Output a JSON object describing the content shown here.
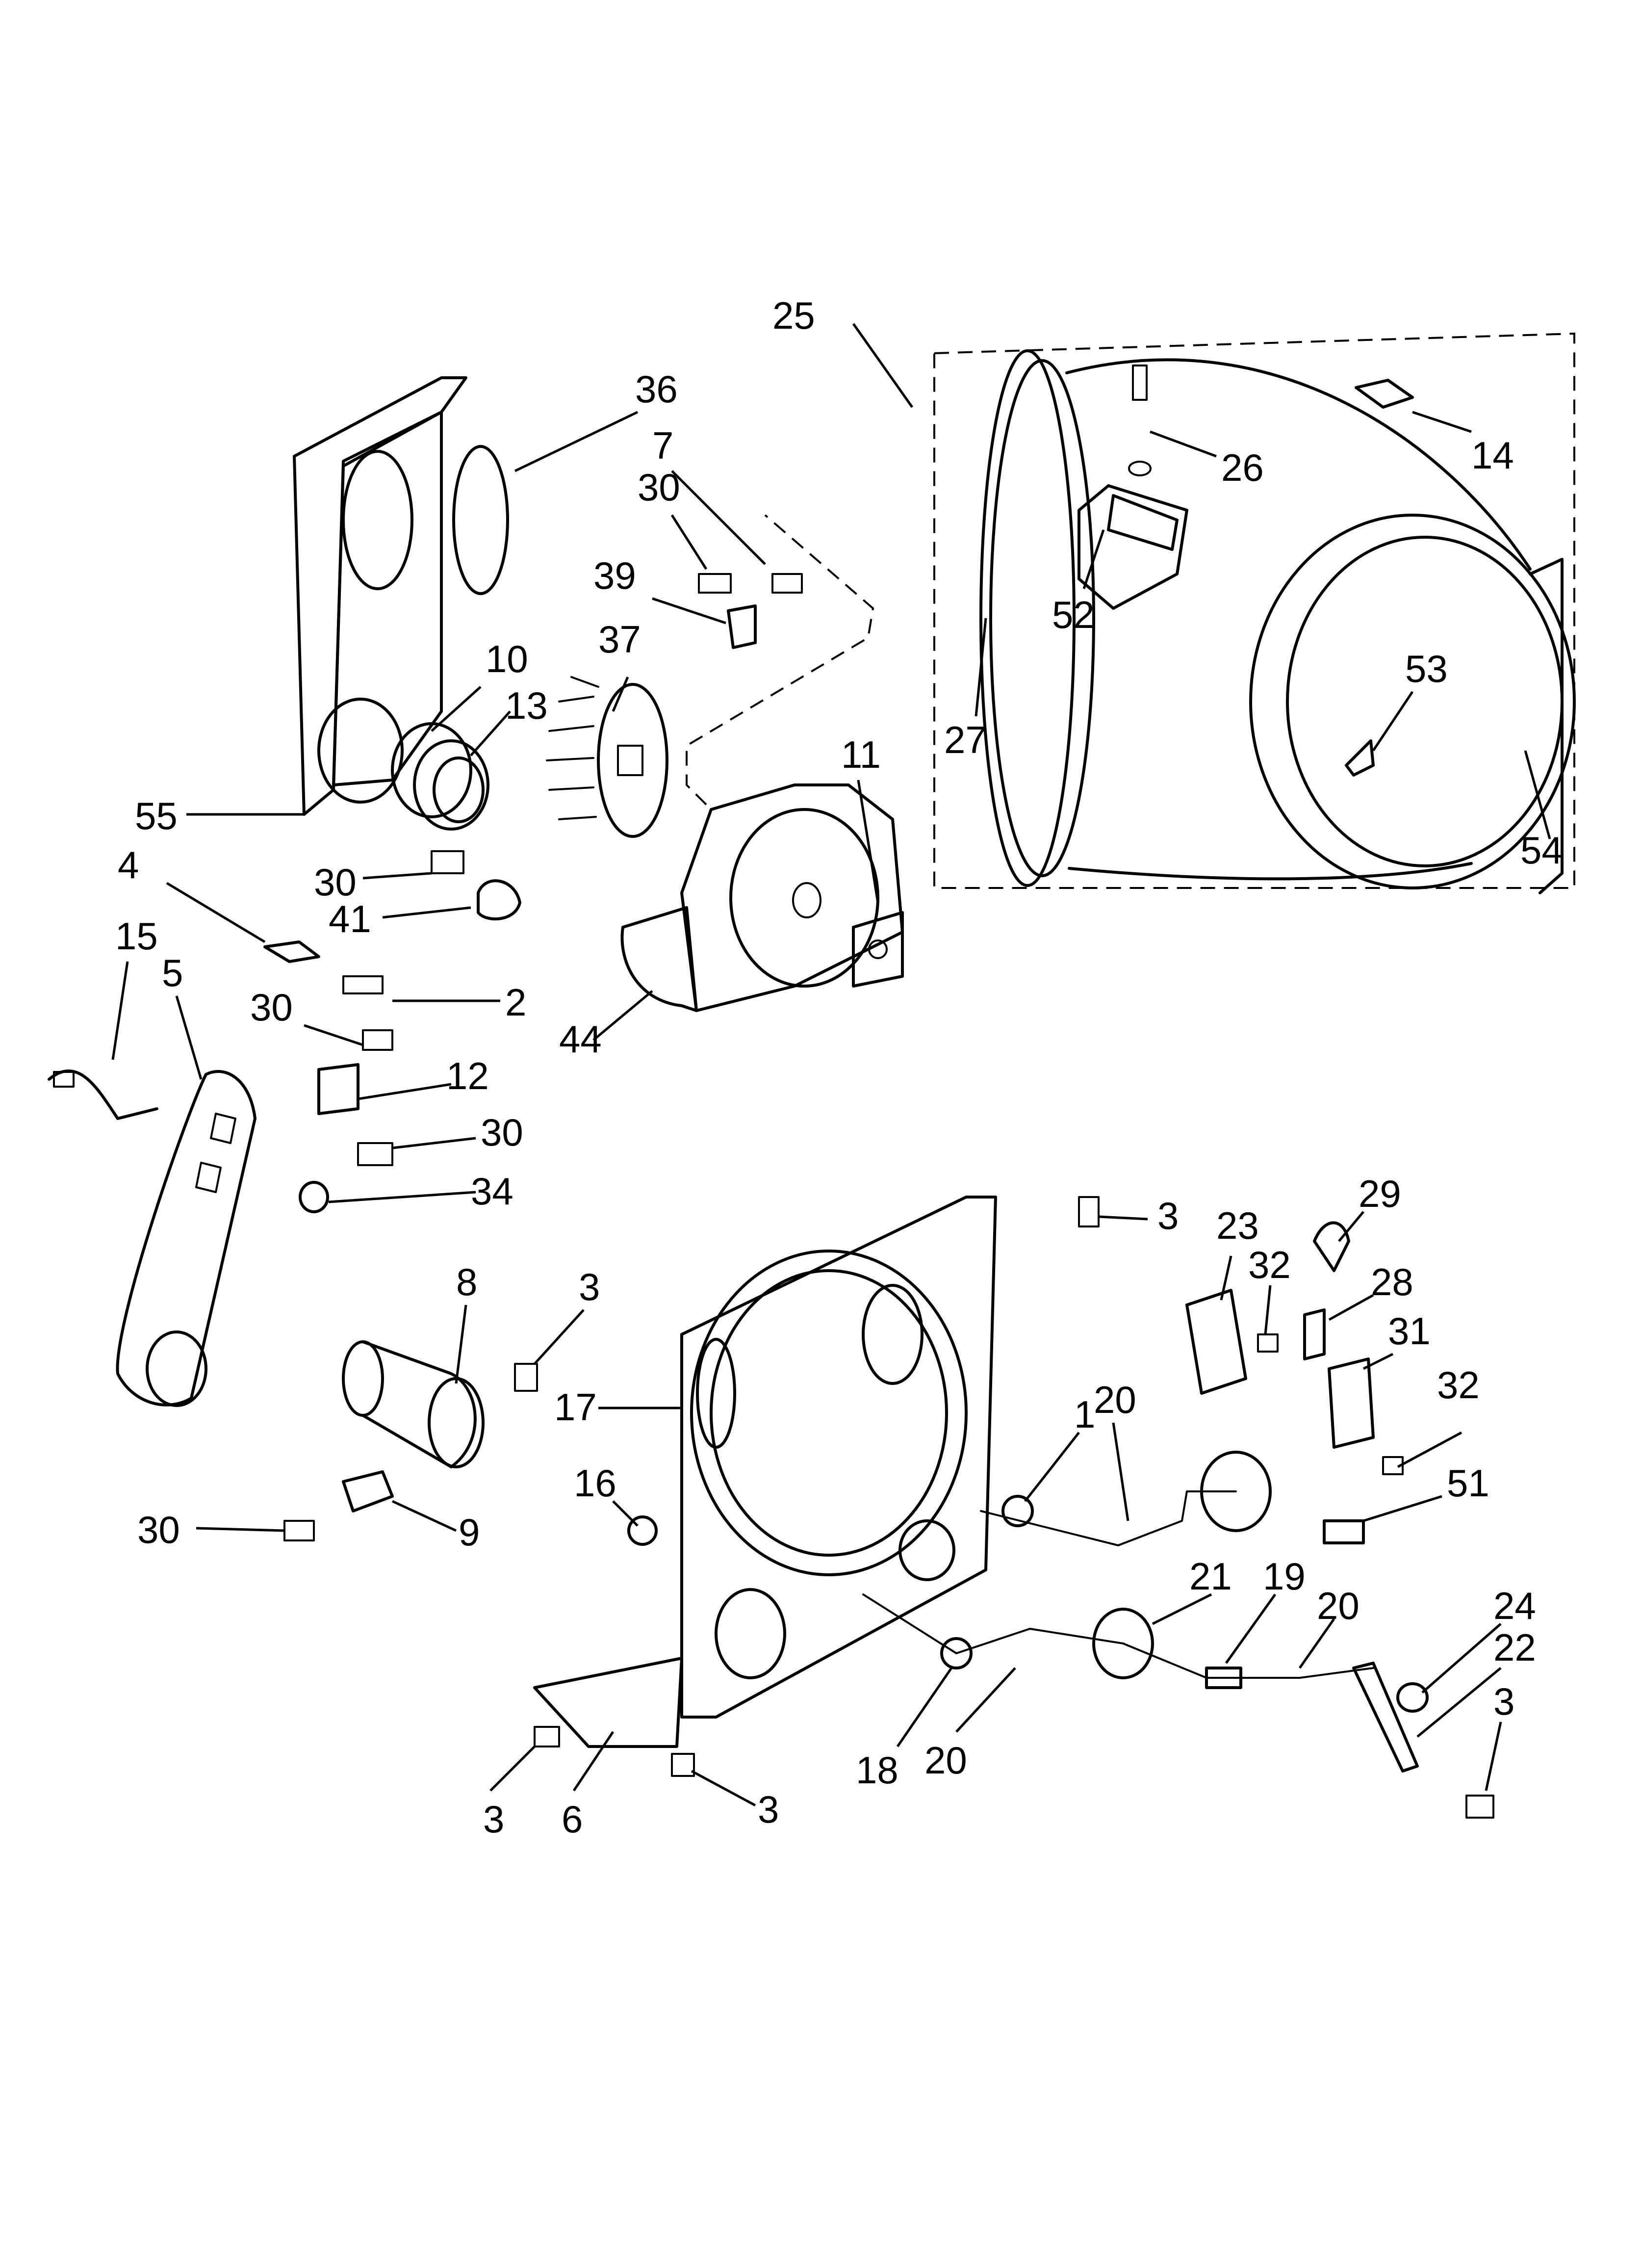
{
  "callouts": [
    {
      "id": "c25a",
      "label": "25"
    },
    {
      "id": "c36",
      "label": "36"
    },
    {
      "id": "c7",
      "label": "7"
    },
    {
      "id": "c30a",
      "label": "30"
    },
    {
      "id": "c39",
      "label": "39"
    },
    {
      "id": "c37",
      "label": "37"
    },
    {
      "id": "c10",
      "label": "10"
    },
    {
      "id": "c13",
      "label": "13"
    },
    {
      "id": "c11",
      "label": "11"
    },
    {
      "id": "c55",
      "label": "55"
    },
    {
      "id": "c4",
      "label": "4"
    },
    {
      "id": "c30b",
      "label": "30"
    },
    {
      "id": "c41",
      "label": "41"
    },
    {
      "id": "c15",
      "label": "15"
    },
    {
      "id": "c5",
      "label": "5"
    },
    {
      "id": "c30c",
      "label": "30"
    },
    {
      "id": "c2",
      "label": "2"
    },
    {
      "id": "c44",
      "label": "44"
    },
    {
      "id": "c12",
      "label": "12"
    },
    {
      "id": "c30d",
      "label": "30"
    },
    {
      "id": "c34",
      "label": "34"
    },
    {
      "id": "c26",
      "label": "26"
    },
    {
      "id": "c14",
      "label": "14"
    },
    {
      "id": "c52",
      "label": "52"
    },
    {
      "id": "c27",
      "label": "27"
    },
    {
      "id": "c53",
      "label": "53"
    },
    {
      "id": "c54",
      "label": "54"
    },
    {
      "id": "c3a",
      "label": "3"
    },
    {
      "id": "c23",
      "label": "23"
    },
    {
      "id": "c29",
      "label": "29"
    },
    {
      "id": "c32a",
      "label": "32"
    },
    {
      "id": "c28",
      "label": "28"
    },
    {
      "id": "c31",
      "label": "31"
    },
    {
      "id": "c8",
      "label": "8"
    },
    {
      "id": "c3b",
      "label": "3"
    },
    {
      "id": "c17",
      "label": "17"
    },
    {
      "id": "c20a",
      "label": "20"
    },
    {
      "id": "c32b",
      "label": "32"
    },
    {
      "id": "c1",
      "label": "1"
    },
    {
      "id": "c16",
      "label": "16"
    },
    {
      "id": "c51",
      "label": "51"
    },
    {
      "id": "c9",
      "label": "9"
    },
    {
      "id": "c30e",
      "label": "30"
    },
    {
      "id": "c21a",
      "label": "21"
    },
    {
      "id": "c19",
      "label": "19"
    },
    {
      "id": "c20b",
      "label": "20"
    },
    {
      "id": "c24",
      "label": "24"
    },
    {
      "id": "c22",
      "label": "22"
    },
    {
      "id": "c3c",
      "label": "3"
    },
    {
      "id": "c18",
      "label": "18"
    },
    {
      "id": "c20c",
      "label": "20"
    },
    {
      "id": "c3d",
      "label": "3"
    },
    {
      "id": "c6",
      "label": "6"
    },
    {
      "id": "c3e",
      "label": "3"
    }
  ]
}
